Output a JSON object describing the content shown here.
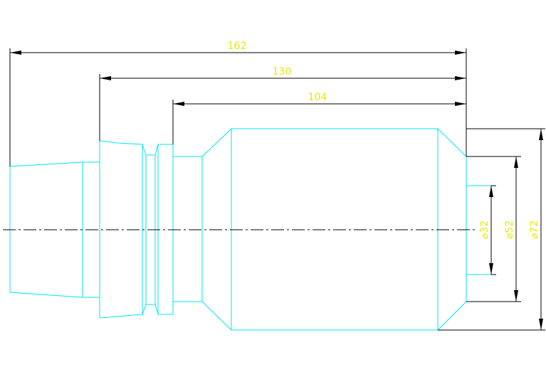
{
  "drawing": {
    "dimensions": {
      "overall_length": "162",
      "middle_length": "130",
      "right_length": "104",
      "diameter_small": "⌀32",
      "diameter_medium": "⌀52",
      "diameter_large": "⌀72"
    },
    "colors": {
      "outline": "#00e5ee",
      "dimension_lines": "#000000",
      "dimension_text": "#e8e800",
      "background": "#ffffff"
    }
  }
}
